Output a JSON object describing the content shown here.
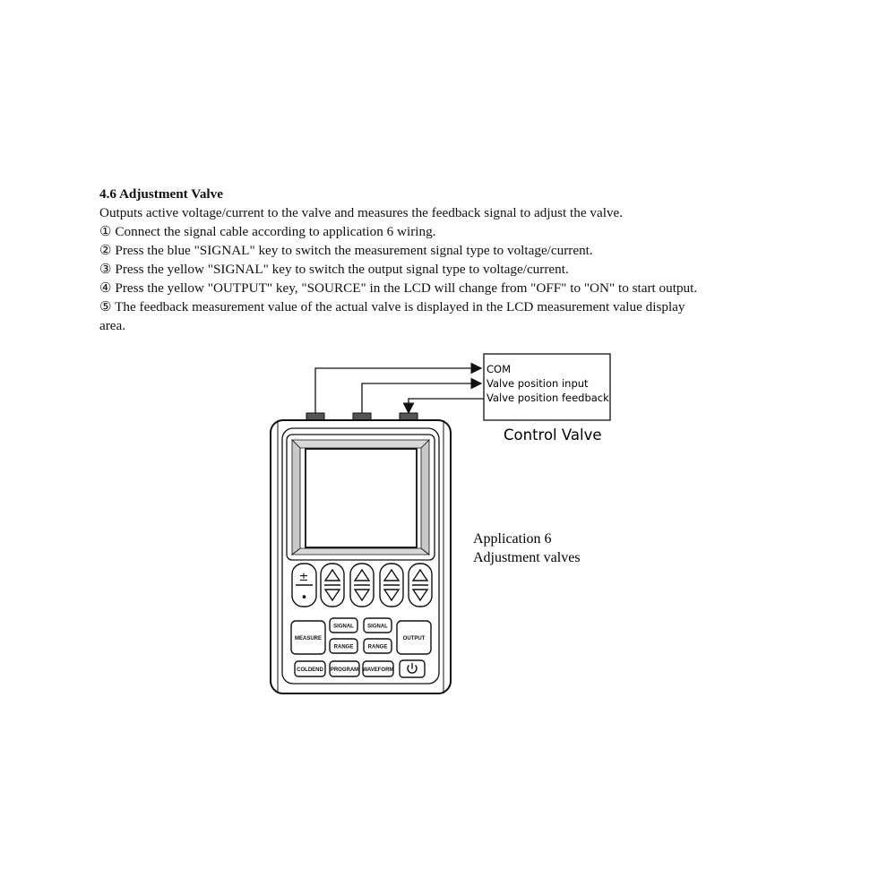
{
  "section": {
    "heading": "4.6 Adjustment Valve",
    "intro": "Outputs active voltage/current to the valve and measures the feedback signal to adjust the valve.",
    "steps": [
      "① Connect the signal cable according to application 6 wiring.",
      "② Press the blue \"SIGNAL\" key to switch the measurement signal type to voltage/current.",
      "③ Press the yellow \"SIGNAL\" key to switch the output signal type to voltage/current.",
      "④ Press the yellow \"OUTPUT\" key, \"SOURCE\" in the LCD will change from \"OFF\" to \"ON\" to start output.",
      "⑤ The feedback measurement value of the actual valve is displayed in the LCD measurement value display",
      "area."
    ]
  },
  "diagram": {
    "valve_box": {
      "lines": [
        "COM",
        "Valve position input",
        "Valve position feedback"
      ],
      "title": "Control Valve"
    },
    "caption": [
      "Application 6",
      "Adjustment valves"
    ],
    "device": {
      "sign_key": [
        "±",
        "•"
      ],
      "keys": {
        "measure": "MEASURE",
        "signal_measure": "SIGNAL",
        "signal_output": "SIGNAL",
        "range_measure": "RANGE",
        "range_output": "RANGE",
        "output": "OUTPUT",
        "coldend": "COLDEND",
        "program": "PROGRAM",
        "waveform": "WAVEFORM"
      }
    }
  }
}
